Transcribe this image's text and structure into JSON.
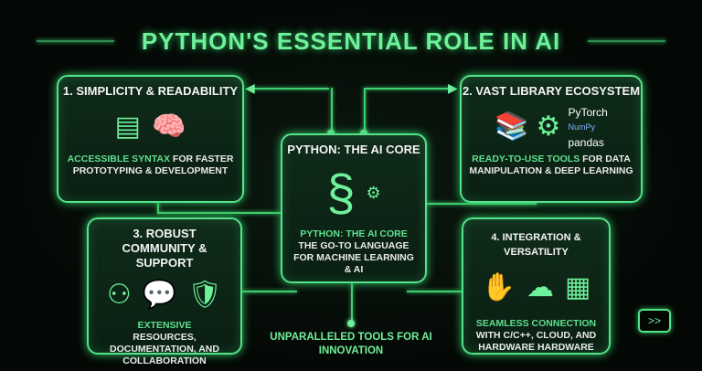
{
  "title": "PYTHON'S ESSENTIAL ROLE IN AI",
  "center": {
    "heading": "PYTHON: THE AI CORE",
    "subheading": "PYTHON: THE AI CORE",
    "desc": "THE GO-TO LANGUAGE FOR MACHINE LEARNING & AI"
  },
  "box1": {
    "title": "1. SIMPLICITY & READABILITY",
    "accent": "ACCESSIBLE SYNTAX",
    "desc": " FOR FASTER PROTOTYPING & DEVELOPMENT"
  },
  "box2": {
    "title": "2. VAST LIBRARY ECOSYSTEM",
    "accent": "READY-TO-USE TOOLS",
    "desc": " FOR DATA MANIPULATION & DEEP LEARNING",
    "libs": [
      "PyTorch",
      "NumPy",
      "pandas"
    ]
  },
  "box3": {
    "title": "3. ROBUST COMMUNITY & SUPPORT",
    "accent": "EXTENSIVE",
    "desc": "RESOURCES, DOCUMENTATION, AND COLLABORATION"
  },
  "box4": {
    "title": "4. INTEGRATION & VERSATILITY",
    "accent": "SEAMLESS CONNECTION",
    "desc": " WITH C/C++, CLOUD, AND HARDWARE HARDWARE"
  },
  "bottom": "UNPARALLELED TOOLS FOR AI INNOVATION",
  "colors": {
    "accent": "#5fe08e",
    "background": "#040805",
    "box": "#0f2b1a"
  }
}
